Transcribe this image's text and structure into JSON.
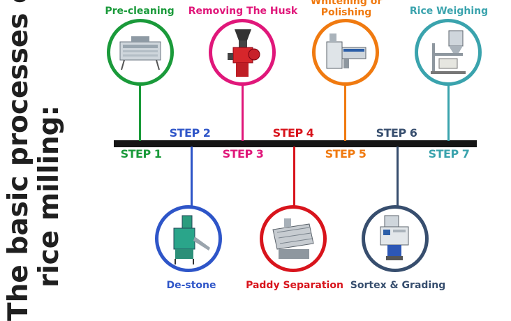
{
  "title": {
    "line1": "The basic processes of",
    "line2": "rice milling:"
  },
  "colors": {
    "step1": "#1a9a3a",
    "step2": "#2e55c8",
    "step3": "#e0177a",
    "step4": "#d8141c",
    "step5": "#f07a10",
    "step6": "#374e6e",
    "step7": "#3aa3ad"
  },
  "steps": [
    {
      "label": "STEP 1",
      "process": "Pre-cleaning",
      "icon": "pre-cleaner-machine-icon"
    },
    {
      "label": "STEP 2",
      "process": "De-stone",
      "icon": "destoner-machine-icon"
    },
    {
      "label": "STEP 3",
      "process": "Removing The Husk",
      "icon": "husker-machine-icon"
    },
    {
      "label": "STEP 4",
      "process": "Paddy Separation",
      "icon": "paddy-separator-machine-icon"
    },
    {
      "label": "STEP 5",
      "process": "Whitening or Polishing",
      "icon": "polisher-machine-icon"
    },
    {
      "label": "STEP 6",
      "process": "Sortex & Grading",
      "icon": "color-sorter-machine-icon"
    },
    {
      "label": "STEP 7",
      "process": "Rice Weighing",
      "icon": "weighing-machine-icon"
    }
  ]
}
